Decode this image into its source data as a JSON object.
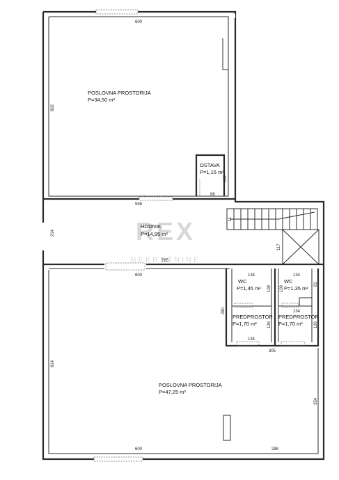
{
  "rooms": {
    "office_top": {
      "name": "POSLOVNA PROSTORIJA",
      "area": "P=34,50 m²"
    },
    "storage": {
      "name": "OSTAVA",
      "area": "P=1,15 m²"
    },
    "hallway": {
      "name": "HODNIK",
      "area": "P=14,95 m²"
    },
    "wc_left": {
      "name": "WC",
      "area": "P=1,45 m²"
    },
    "wc_right": {
      "name": "WC",
      "area": "P=1,35 m²"
    },
    "vest_left": {
      "name": "PREDPROSTOR",
      "area": "P=1,70 m²"
    },
    "vest_right": {
      "name": "PREDPROSTOR",
      "area": "P=1,70 m²"
    },
    "office_bottom": {
      "name": "POSLOVNA PROSTORIJA",
      "area": "P=47,25 m²"
    }
  },
  "dimensions": {
    "top_width": "600",
    "top_height": "602",
    "storage_height": "122",
    "storage_width": "96",
    "hall_width": "598",
    "hall_height": "214",
    "stair": "11",
    "lift": "117",
    "mid": "785",
    "bottom_top_width": "600",
    "wc_left_width": "134",
    "wc_right_width": "134",
    "wc_left_depth": "109",
    "wc_right_depth": "109",
    "wc_right_small": "81",
    "service_height": "280",
    "vest_right_width": "134",
    "vest_left_depth": "126",
    "vest_right_depth": "126",
    "vest_left_width": "134",
    "service_width": "305",
    "bottom_height": "614",
    "right_height": "354",
    "bottom_width": "600",
    "bottom_right_width": "288"
  },
  "watermark": {
    "main": "REX",
    "sub": "NEKRETNINE"
  }
}
